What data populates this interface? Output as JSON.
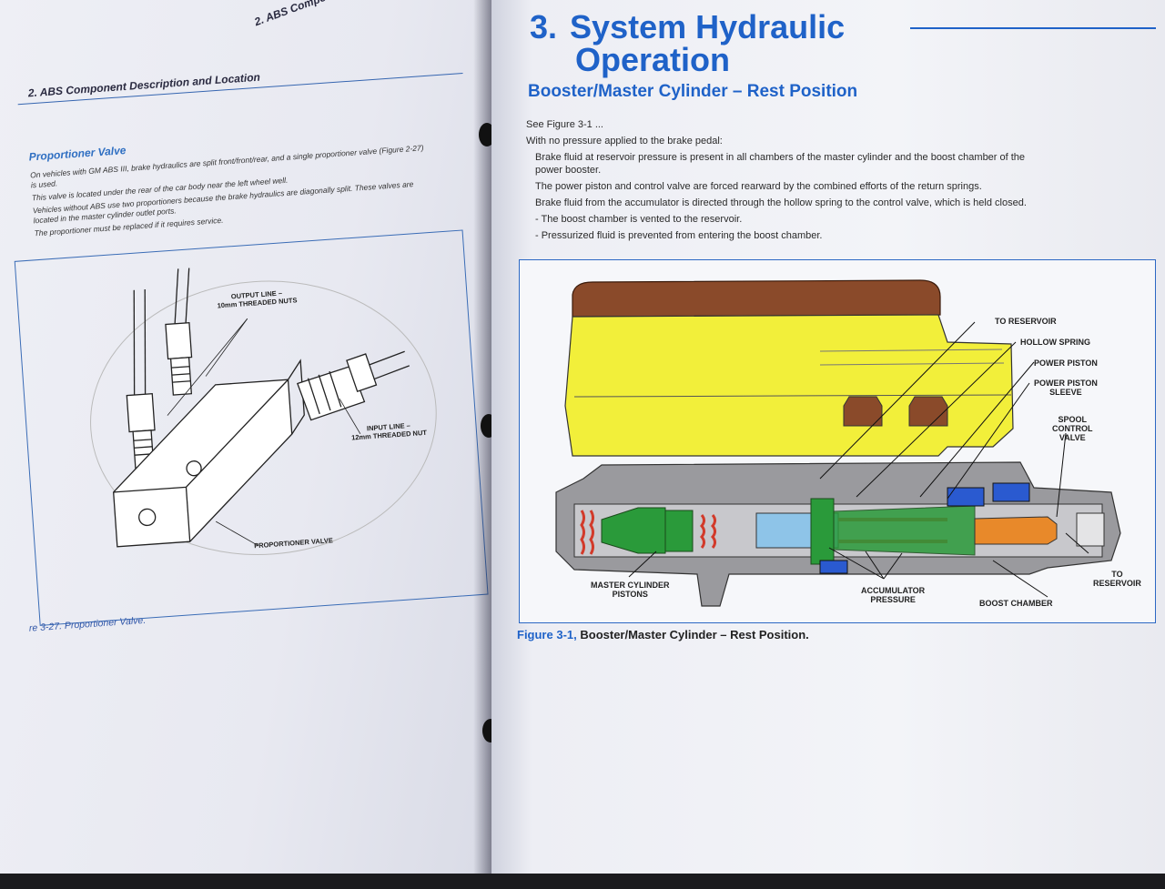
{
  "left_page": {
    "section_header": "2. ABS Component Description and Location",
    "subheading": "Proportioner Valve",
    "paragraphs": [
      "On vehicles with GM ABS III, brake hydraulics are split front/front/rear, and a single proportioner valve (Figure 2-27)",
      "is used.",
      "This valve is located under the rear of the car body near the left wheel well.",
      "Vehicles without ABS use two proportioners because the brake hydraulics are diagonally split. These valves are",
      "located in the master cylinder outlet ports.",
      "The proportioner must be replaced if it requires service."
    ],
    "labels": {
      "output_line": "OUTPUT LINE –\n10mm THREADED NUTS",
      "input_line": "INPUT LINE –\n12mm THREADED NUT",
      "proportioner_valve": "PROPORTIONER VALVE"
    },
    "caption": "re 3-27. Proportioner Valve."
  },
  "right_page": {
    "chapter_number": "3.",
    "chapter_title_line1": "System Hydraulic",
    "chapter_title_line2": "Operation",
    "subheading": "Booster/Master Cylinder – Rest Position",
    "lines": [
      "See Figure 3-1 ...",
      "With no pressure applied to the brake pedal:",
      "Brake fluid at reservoir pressure is present in all chambers of the master cylinder and the boost chamber of the",
      "power booster.",
      "The power piston and control valve are forced rearward by the combined efforts of the return springs.",
      "Brake fluid from the accumulator is directed through the hollow spring to the control valve, which is held closed.",
      "- The boost chamber is vented to the reservoir.",
      "- Pressurized fluid is prevented from entering the boost chamber."
    ],
    "figure_labels": {
      "to_reservoir_top": "TO RESERVOIR",
      "hollow_spring": "HOLLOW SPRING",
      "power_piston": "POWER PISTON",
      "power_piston_sleeve": "POWER PISTON\nSLEEVE",
      "spool_control_valve": "SPOOL\nCONTROL\nVALVE",
      "to_reservoir_bottom": "TO\nRESERVOIR",
      "master_cylinder_pistons": "MASTER CYLINDER\nPISTONS",
      "accumulator_pressure": "ACCUMULATOR\nPRESSURE",
      "boost_chamber": "BOOST CHAMBER"
    },
    "caption_figure": "Figure 3-1,",
    "caption_text": "Booster/Master Cylinder – Rest Position."
  },
  "colors": {
    "accent_blue": "#1f62c8",
    "reservoir_yellow": "#f2ef3a",
    "cap_brown": "#8a4a2a",
    "fluid_red": "#d23a2a",
    "piston_green": "#2a9a3a",
    "spool_orange": "#e8892a"
  }
}
